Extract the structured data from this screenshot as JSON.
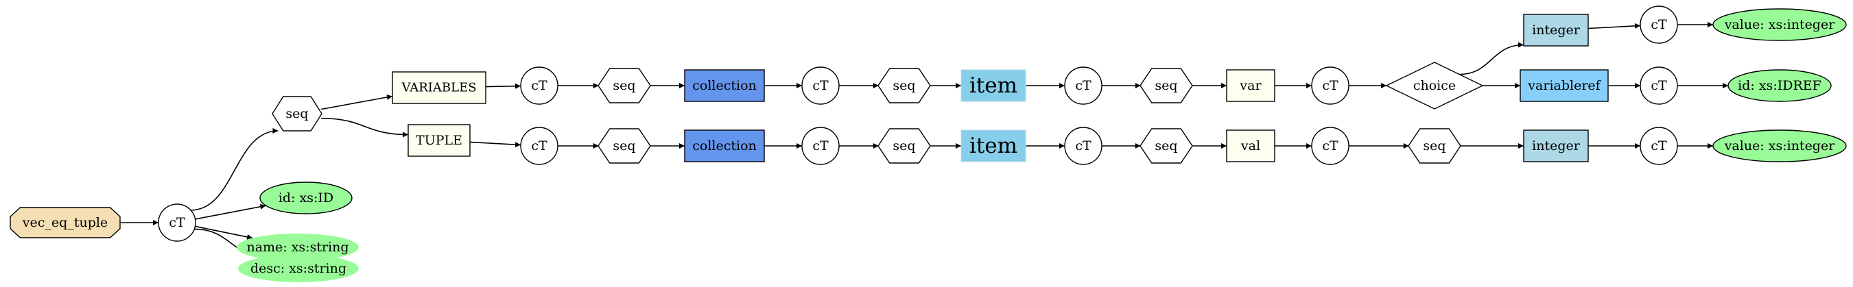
{
  "colors": {
    "root": "#f5deb3",
    "tag": "#fffff0",
    "collection": "#6495ed",
    "item": "#87ceeb",
    "integer": "#add8e6",
    "variableref": "#87cefa",
    "attr_required": "#98fb98",
    "attr_optional": "#98fb98",
    "line": "#000000"
  },
  "nodes": {
    "root": {
      "label": "vec_eq_tuple",
      "shape": "octagon"
    },
    "ct_root": {
      "label": "cT",
      "shape": "circle"
    },
    "seq_root": {
      "label": "seq",
      "shape": "hexagon"
    },
    "attr_id": {
      "label": "id: xs:ID",
      "shape": "ellipse"
    },
    "attr_name": {
      "label": "name: xs:string",
      "shape": "ellipse"
    },
    "attr_desc": {
      "label": "desc: xs:string",
      "shape": "ellipse"
    },
    "variables": {
      "label": "VARIABLES",
      "shape": "box"
    },
    "tuple": {
      "label": "TUPLE",
      "shape": "box"
    },
    "ct_v1": {
      "label": "cT",
      "shape": "circle"
    },
    "seq_v1": {
      "label": "seq",
      "shape": "hexagon"
    },
    "coll_v": {
      "label": "collection",
      "shape": "box"
    },
    "ct_v2": {
      "label": "cT",
      "shape": "circle"
    },
    "seq_v2": {
      "label": "seq",
      "shape": "hexagon"
    },
    "item_v": {
      "label": "item",
      "shape": "box"
    },
    "ct_v3": {
      "label": "cT",
      "shape": "circle"
    },
    "seq_v3": {
      "label": "seq",
      "shape": "hexagon"
    },
    "var": {
      "label": "var",
      "shape": "box"
    },
    "ct_v4": {
      "label": "cT",
      "shape": "circle"
    },
    "choice": {
      "label": "choice",
      "shape": "diamond"
    },
    "integer_top": {
      "label": "integer",
      "shape": "box"
    },
    "ct_int_top": {
      "label": "cT",
      "shape": "circle"
    },
    "val_top": {
      "label": "value: xs:integer",
      "shape": "ellipse"
    },
    "variableref": {
      "label": "variableref",
      "shape": "box"
    },
    "ct_vref": {
      "label": "cT",
      "shape": "circle"
    },
    "idref": {
      "label": "id: xs:IDREF",
      "shape": "ellipse"
    },
    "ct_t1": {
      "label": "cT",
      "shape": "circle"
    },
    "seq_t1": {
      "label": "seq",
      "shape": "hexagon"
    },
    "coll_t": {
      "label": "collection",
      "shape": "box"
    },
    "ct_t2": {
      "label": "cT",
      "shape": "circle"
    },
    "seq_t2": {
      "label": "seq",
      "shape": "hexagon"
    },
    "item_t": {
      "label": "item",
      "shape": "box"
    },
    "ct_t3": {
      "label": "cT",
      "shape": "circle"
    },
    "seq_t3": {
      "label": "seq",
      "shape": "hexagon"
    },
    "val": {
      "label": "val",
      "shape": "box"
    },
    "ct_t4": {
      "label": "cT",
      "shape": "circle"
    },
    "seq_t4": {
      "label": "seq",
      "shape": "hexagon"
    },
    "integer_bot": {
      "label": "integer",
      "shape": "box"
    },
    "ct_int_bot": {
      "label": "cT",
      "shape": "circle"
    },
    "val_bot": {
      "label": "value: xs:integer",
      "shape": "ellipse"
    }
  },
  "edges": [
    [
      "root",
      "ct_root"
    ],
    [
      "ct_root",
      "seq_root"
    ],
    [
      "ct_root",
      "attr_id"
    ],
    [
      "ct_root",
      "attr_name"
    ],
    [
      "ct_root",
      "attr_desc"
    ],
    [
      "seq_root",
      "variables"
    ],
    [
      "seq_root",
      "tuple"
    ],
    [
      "variables",
      "ct_v1"
    ],
    [
      "ct_v1",
      "seq_v1"
    ],
    [
      "seq_v1",
      "coll_v"
    ],
    [
      "coll_v",
      "ct_v2"
    ],
    [
      "ct_v2",
      "seq_v2"
    ],
    [
      "seq_v2",
      "item_v"
    ],
    [
      "item_v",
      "ct_v3"
    ],
    [
      "ct_v3",
      "seq_v3"
    ],
    [
      "seq_v3",
      "var"
    ],
    [
      "var",
      "ct_v4"
    ],
    [
      "ct_v4",
      "choice"
    ],
    [
      "choice",
      "integer_top"
    ],
    [
      "integer_top",
      "ct_int_top"
    ],
    [
      "ct_int_top",
      "val_top"
    ],
    [
      "choice",
      "variableref"
    ],
    [
      "variableref",
      "ct_vref"
    ],
    [
      "ct_vref",
      "idref"
    ],
    [
      "tuple",
      "ct_t1"
    ],
    [
      "ct_t1",
      "seq_t1"
    ],
    [
      "seq_t1",
      "coll_t"
    ],
    [
      "coll_t",
      "ct_t2"
    ],
    [
      "ct_t2",
      "seq_t2"
    ],
    [
      "seq_t2",
      "item_t"
    ],
    [
      "item_t",
      "ct_t3"
    ],
    [
      "ct_t3",
      "seq_t3"
    ],
    [
      "seq_t3",
      "val"
    ],
    [
      "val",
      "ct_t4"
    ],
    [
      "ct_t4",
      "seq_t4"
    ],
    [
      "seq_t4",
      "integer_bot"
    ],
    [
      "integer_bot",
      "ct_int_bot"
    ],
    [
      "ct_int_bot",
      "val_bot"
    ]
  ]
}
